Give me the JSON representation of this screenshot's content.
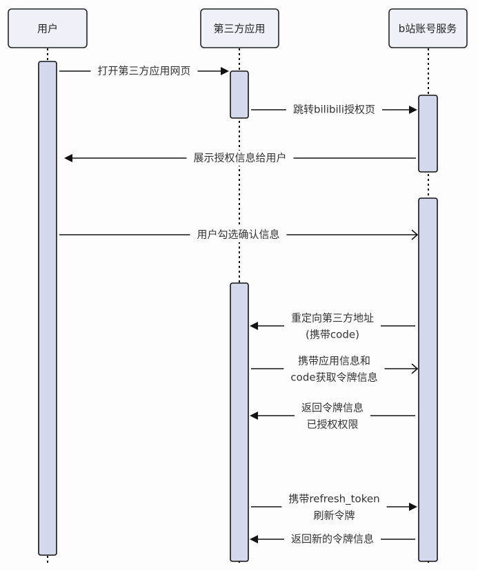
{
  "diagram": {
    "type": "sequence",
    "participants": [
      {
        "id": "user",
        "label": "用户"
      },
      {
        "id": "app",
        "label": "第三方应用"
      },
      {
        "id": "bili",
        "label": "b站账号服务"
      }
    ],
    "messages": [
      {
        "from": "user",
        "to": "app",
        "lines": [
          "打开第三方应用网页"
        ],
        "arrow": "filled"
      },
      {
        "from": "app",
        "to": "bili",
        "lines": [
          "跳转bilibili授权页"
        ],
        "arrow": "filled"
      },
      {
        "from": "bili",
        "to": "user",
        "lines": [
          "展示授权信息给用户"
        ],
        "arrow": "filled"
      },
      {
        "from": "user",
        "to": "bili",
        "lines": [
          "用户勾选确认信息"
        ],
        "arrow": "open"
      },
      {
        "from": "bili",
        "to": "app",
        "lines": [
          "重定向第三方地址",
          "(携带code)"
        ],
        "arrow": "filled"
      },
      {
        "from": "app",
        "to": "bili",
        "lines": [
          "携带应用信息和",
          "code获取令牌信息"
        ],
        "arrow": "open"
      },
      {
        "from": "bili",
        "to": "app",
        "lines": [
          "返回令牌信息",
          "已授权权限"
        ],
        "arrow": "filled"
      },
      {
        "from": "app",
        "to": "bili",
        "lines": [
          "携带refresh_token",
          "刷新令牌"
        ],
        "arrow": "filled"
      },
      {
        "from": "bili",
        "to": "app",
        "lines": [
          "返回新的令牌信息"
        ],
        "arrow": "filled"
      }
    ]
  }
}
